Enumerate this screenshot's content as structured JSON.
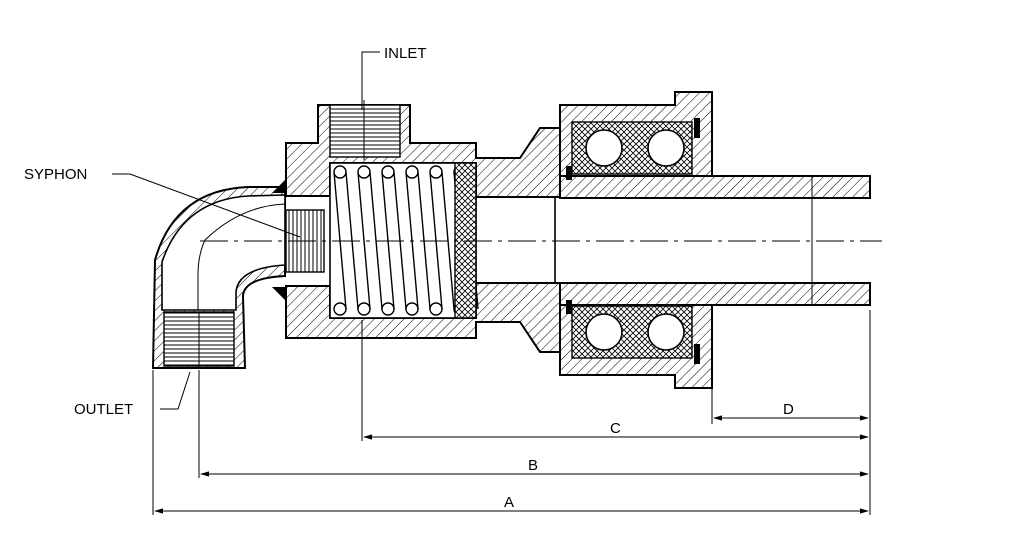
{
  "labels": {
    "inlet": "INLET",
    "syphon": "SYPHON",
    "outlet": "OUTLET"
  },
  "dimensions": {
    "a": "A",
    "b": "B",
    "c": "C",
    "d": "D"
  }
}
